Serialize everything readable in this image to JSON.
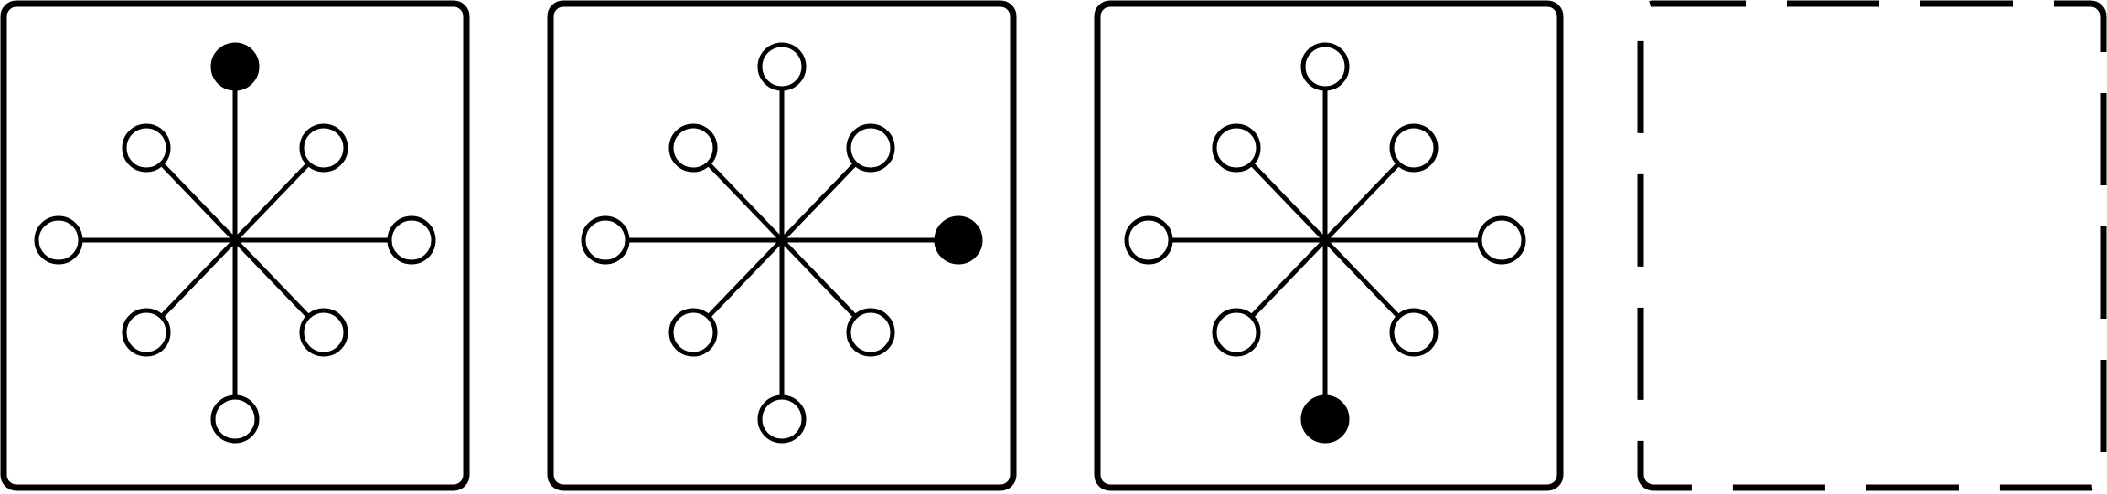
{
  "puzzle": {
    "panels": [
      {
        "kind": "figure",
        "filled_node": "north"
      },
      {
        "kind": "figure",
        "filled_node": "east"
      },
      {
        "kind": "figure",
        "filled_node": "south"
      },
      {
        "kind": "answer-blank"
      }
    ],
    "node_order": [
      "north",
      "northeast",
      "east",
      "southeast",
      "south",
      "southwest",
      "west",
      "northwest"
    ],
    "colors": {
      "stroke": "#000000",
      "fill_active": "#000000",
      "fill_inactive": "#ffffff",
      "background": "#ffffff"
    }
  }
}
